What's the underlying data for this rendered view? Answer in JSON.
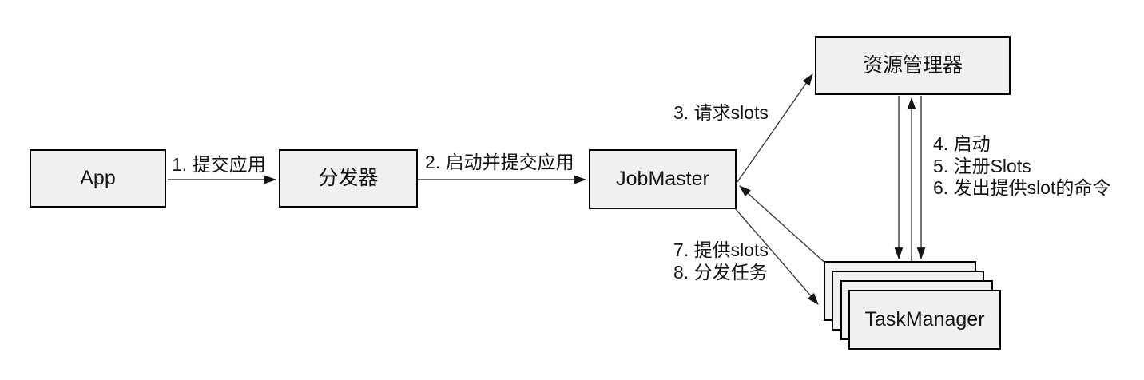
{
  "diagram_type": "flow-diagram",
  "nodes": {
    "app": {
      "label": "App"
    },
    "dispatcher": {
      "label": "分发器"
    },
    "job_master": {
      "label": "JobMaster"
    },
    "resource_manager": {
      "label": "资源管理器"
    },
    "task_manager": {
      "label": "TaskManager",
      "stack_count": 4
    }
  },
  "edges": {
    "submit_app": {
      "label": "1. 提交应用",
      "from": "app",
      "to": "dispatcher"
    },
    "start_and_submit_app": {
      "label": "2. 启动并提交应用",
      "from": "dispatcher",
      "to": "job_master"
    },
    "request_slots": {
      "label": "3. 请求slots",
      "from": "job_master",
      "to": "resource_manager"
    },
    "start": {
      "label": "4. 启动",
      "from": "resource_manager",
      "to": "task_manager"
    },
    "register_slots": {
      "label": "5. 注册Slots",
      "from": "task_manager",
      "to": "resource_manager"
    },
    "issue_offer_slot_command": {
      "label": "6. 发出提供slot的命令",
      "from": "resource_manager",
      "to": "task_manager"
    },
    "offer_slots": {
      "label": "7. 提供slots",
      "from": "task_manager",
      "to": "job_master"
    },
    "dispatch_tasks": {
      "label": "8. 分发任务",
      "from": "job_master",
      "to": "task_manager"
    }
  },
  "colors": {
    "background": "#ffffff",
    "node_fill": "#f0f0f0",
    "node_border": "#000000",
    "edge_line": "#3d3d3d",
    "text": "#141414"
  }
}
